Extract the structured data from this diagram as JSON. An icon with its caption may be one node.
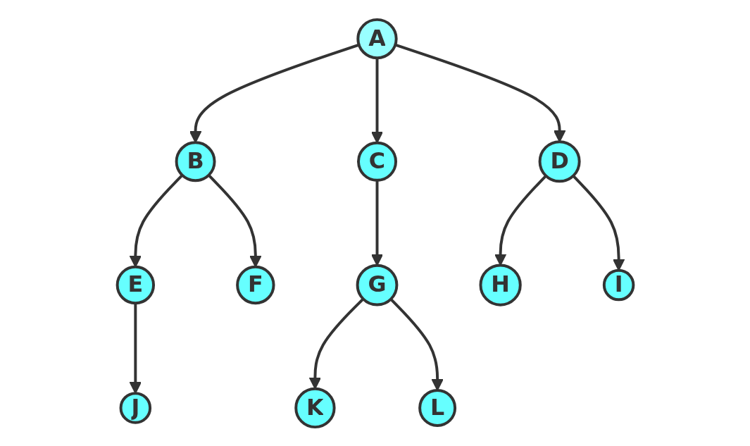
{
  "diagram": {
    "nodes": [
      {
        "text": [
          "A"
        ]
      },
      {
        "text": [
          "B"
        ]
      },
      {
        "text": [
          "C"
        ]
      },
      {
        "text": [
          "D"
        ]
      },
      {
        "text": [
          "E"
        ]
      },
      {
        "text": [
          "F"
        ]
      },
      {
        "text": [
          "G"
        ]
      },
      {
        "text": [
          "H"
        ]
      },
      {
        "text": [
          "I"
        ]
      },
      {
        "text": [
          "J"
        ]
      },
      {
        "text": [
          "K"
        ]
      },
      {
        "text": [
          "L"
        ]
      }
    ],
    "edges": [
      {
        "from": 0,
        "to": 1,
        "arrow": "to"
      },
      {
        "from": 0,
        "to": 2,
        "arrow": "to"
      },
      {
        "from": 0,
        "to": 3,
        "arrow": "to"
      },
      {
        "from": 1,
        "to": 4,
        "arrow": "to"
      },
      {
        "from": 1,
        "to": 5,
        "arrow": "to"
      },
      {
        "from": 2,
        "to": 6,
        "arrow": "to"
      },
      {
        "from": 3,
        "to": 7,
        "arrow": "to"
      },
      {
        "from": 3,
        "to": 8,
        "arrow": "to"
      },
      {
        "from": 4,
        "to": 9,
        "arrow": "to"
      },
      {
        "from": 6,
        "to": 10,
        "arrow": "to"
      },
      {
        "from": 6,
        "to": 11,
        "arrow": "to"
      }
    ]
  }
}
